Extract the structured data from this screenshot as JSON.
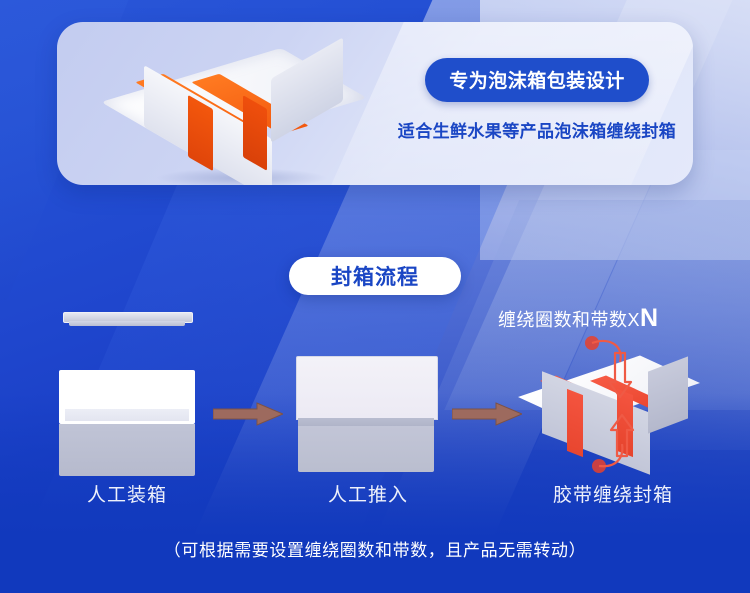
{
  "hero": {
    "badge_label": "专为泡沫箱包装设计",
    "subtitle": "适合生鲜水果等产品泡沫箱缠绕封箱",
    "product_icon": "foam-box-with-tape"
  },
  "section": {
    "title": "封箱流程"
  },
  "process": {
    "annotation_text": "缠绕圈数和带数X",
    "annotation_value": "N",
    "steps": [
      {
        "label": "人工装箱",
        "icon": "open-foam-box-with-lid"
      },
      {
        "label": "人工推入",
        "icon": "closed-foam-box"
      },
      {
        "label": "胶带缠绕封箱",
        "icon": "taped-foam-box-3d"
      }
    ],
    "flow_arrows": [
      {
        "name": "flow-arrow-1"
      },
      {
        "name": "flow-arrow-2"
      }
    ]
  },
  "footnote": "（可根据需要设置缠绕圈数和带数，且产品无需转动）",
  "colors": {
    "background_blue": "#1b3fc4",
    "background_blue_dark": "#1036b9",
    "card_lavender": "#ccd4f3",
    "badge_blue": "#1f4ecb",
    "text_blue": "#1a46c4",
    "tape_orange": "#f96412",
    "tape_red": "#f4543f",
    "flow_arrow_brown": "#9d6a5e",
    "white": "#ffffff"
  }
}
